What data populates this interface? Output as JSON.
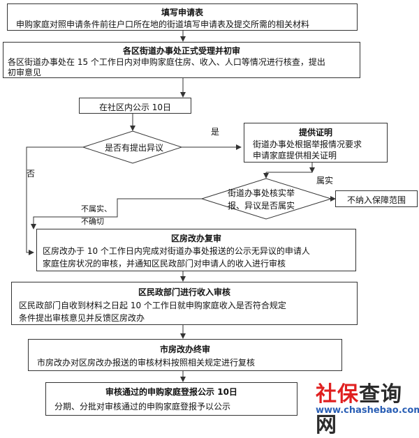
{
  "steps": {
    "apply": {
      "title": "填写申请表",
      "body": "申购家庭对照申请条件前往户口所在地的街道填写申请表及提交所需的相关材料"
    },
    "district_accept": {
      "title": "各区街道办事处正式受理并初审",
      "body_line1": "各区街道办事处在 15 个工作日内对申购家庭住房、收入、人口等情况进行核查，提出",
      "body_line2": "初审意见"
    },
    "community_notice": {
      "label": "在社区内公示 10日"
    },
    "objection_decision": {
      "label": "是否有提出异议"
    },
    "provide_proof": {
      "title": "提供证明",
      "body_line1": "街道办事处根据举报情况要求",
      "body_line2": "申请家庭提供相关证明"
    },
    "verify_decision": {
      "label_line1": "街道办事处核实举",
      "label_line2": "报、异议是否属实"
    },
    "not_included": {
      "label": "不纳入保障范围"
    },
    "housing_review": {
      "title": "区房改办复审",
      "body_line1": "区房改办于 10 个工作日内完成对街道办事处报送的公示无异议的申请人",
      "body_line2": "家庭住房状况的审核，并通知区民政部门对申请人的收入进行审核"
    },
    "civil_review": {
      "title": "区民政部门进行收入审核",
      "body_line1": "区民政部门自收到材料之日起 10 个工作日就申购家庭收入是否符合规定",
      "body_line2": "条件提出审核意见并反馈区房改办"
    },
    "final_review": {
      "title": "市房改办终审",
      "body": "市房改办对区房改办报送的审核材料按照相关规定进行复核"
    },
    "publish": {
      "title": "审核通过的申购家庭登报公示 10日",
      "body": "分期、分批对审核通过的申购家庭登报予以公示"
    }
  },
  "edge_labels": {
    "yes": "是",
    "no": "否",
    "true_fact": "属实",
    "not_true_line1": "不属实、",
    "not_true_line2": "不确切"
  },
  "watermark": {
    "site_red": "社保",
    "site_dark": "查询网",
    "url": "www.chashebao.com"
  }
}
